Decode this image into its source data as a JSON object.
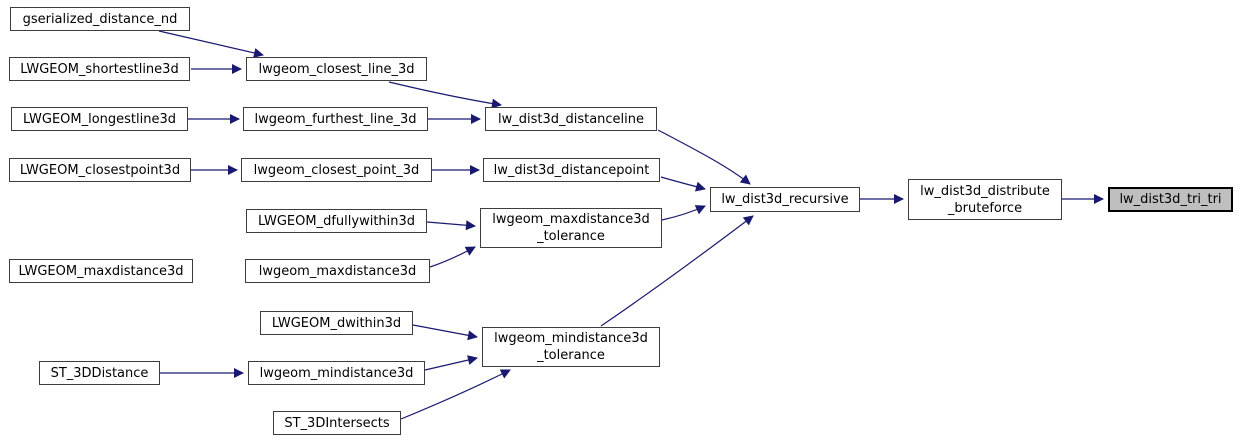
{
  "diagram": {
    "type": "call-graph",
    "edge_color": "#191970",
    "node_fill": "#ffffff",
    "highlight_fill": "#bfbfbf",
    "highlighted_node": "lw_dist3d_tri_tri",
    "nodes": {
      "gserialized_distance_nd": {
        "label": "gserialized_distance_nd"
      },
      "LWGEOM_shortestline3d": {
        "label": "LWGEOM_shortestline3d"
      },
      "lwgeom_closest_line_3d": {
        "label": "lwgeom_closest_line_3d"
      },
      "LWGEOM_longestline3d": {
        "label": "LWGEOM_longestline3d"
      },
      "lwgeom_furthest_line_3d": {
        "label": "lwgeom_furthest_line_3d"
      },
      "lw_dist3d_distanceline": {
        "label": "lw_dist3d_distanceline"
      },
      "LWGEOM_closestpoint3d": {
        "label": "LWGEOM_closestpoint3d"
      },
      "lwgeom_closest_point_3d": {
        "label": "lwgeom_closest_point_3d"
      },
      "lw_dist3d_distancepoint": {
        "label": "lw_dist3d_distancepoint"
      },
      "LWGEOM_dfullywithin3d": {
        "label": "LWGEOM_dfullywithin3d"
      },
      "lwgeom_maxdistance3d_tolerance": {
        "label": "lwgeom_maxdistance3d\n_tolerance"
      },
      "LWGEOM_maxdistance3d": {
        "label": "LWGEOM_maxdistance3d"
      },
      "lwgeom_maxdistance3d": {
        "label": "lwgeom_maxdistance3d"
      },
      "lw_dist3d_recursive": {
        "label": "lw_dist3d_recursive"
      },
      "lw_dist3d_distribute_bruteforce": {
        "label": "lw_dist3d_distribute\n_bruteforce"
      },
      "lw_dist3d_tri_tri": {
        "label": "lw_dist3d_tri_tri"
      },
      "LWGEOM_dwithin3d": {
        "label": "LWGEOM_dwithin3d"
      },
      "ST_3DDistance": {
        "label": "ST_3DDistance"
      },
      "lwgeom_mindistance3d": {
        "label": "lwgeom_mindistance3d"
      },
      "ST_3DIntersects": {
        "label": "ST_3DIntersects"
      },
      "lwgeom_mindistance3d_tolerance": {
        "label": "lwgeom_mindistance3d\n_tolerance"
      }
    },
    "edges": [
      {
        "from": "gserialized_distance_nd",
        "to": "lwgeom_closest_line_3d"
      },
      {
        "from": "LWGEOM_shortestline3d",
        "to": "lwgeom_closest_line_3d"
      },
      {
        "from": "lwgeom_closest_line_3d",
        "to": "lw_dist3d_distanceline"
      },
      {
        "from": "LWGEOM_longestline3d",
        "to": "lwgeom_furthest_line_3d"
      },
      {
        "from": "lwgeom_furthest_line_3d",
        "to": "lw_dist3d_distanceline"
      },
      {
        "from": "LWGEOM_closestpoint3d",
        "to": "lwgeom_closest_point_3d"
      },
      {
        "from": "lwgeom_closest_point_3d",
        "to": "lw_dist3d_distancepoint"
      },
      {
        "from": "lw_dist3d_distanceline",
        "to": "lw_dist3d_recursive"
      },
      {
        "from": "lw_dist3d_distancepoint",
        "to": "lw_dist3d_recursive"
      },
      {
        "from": "LWGEOM_dfullywithin3d",
        "to": "lwgeom_maxdistance3d_tolerance"
      },
      {
        "from": "LWGEOM_maxdistance3d",
        "to": "lwgeom_maxdistance3d"
      },
      {
        "from": "lwgeom_maxdistance3d",
        "to": "lwgeom_maxdistance3d_tolerance"
      },
      {
        "from": "lwgeom_maxdistance3d_tolerance",
        "to": "lw_dist3d_recursive"
      },
      {
        "from": "LWGEOM_dwithin3d",
        "to": "lwgeom_mindistance3d_tolerance"
      },
      {
        "from": "ST_3DDistance",
        "to": "lwgeom_mindistance3d"
      },
      {
        "from": "lwgeom_mindistance3d",
        "to": "lwgeom_mindistance3d_tolerance"
      },
      {
        "from": "ST_3DIntersects",
        "to": "lwgeom_mindistance3d_tolerance"
      },
      {
        "from": "lwgeom_mindistance3d_tolerance",
        "to": "lw_dist3d_recursive"
      },
      {
        "from": "lw_dist3d_recursive",
        "to": "lw_dist3d_distribute_bruteforce"
      },
      {
        "from": "lw_dist3d_distribute_bruteforce",
        "to": "lw_dist3d_tri_tri"
      }
    ]
  }
}
